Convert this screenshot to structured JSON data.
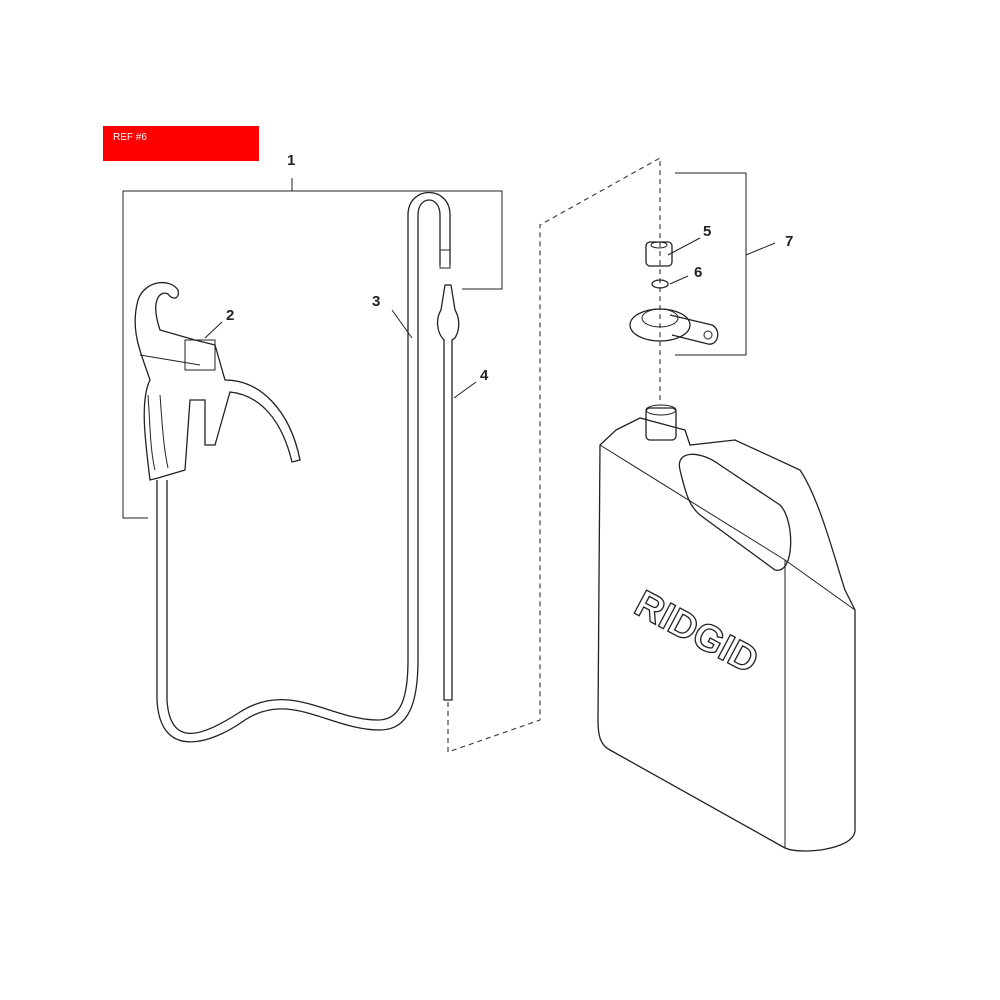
{
  "ref_label": "REF #6",
  "ref_color": "#ff0000",
  "callouts": [
    "1",
    "2",
    "3",
    "4",
    "5",
    "6",
    "7"
  ],
  "brand": "RIDGID"
}
